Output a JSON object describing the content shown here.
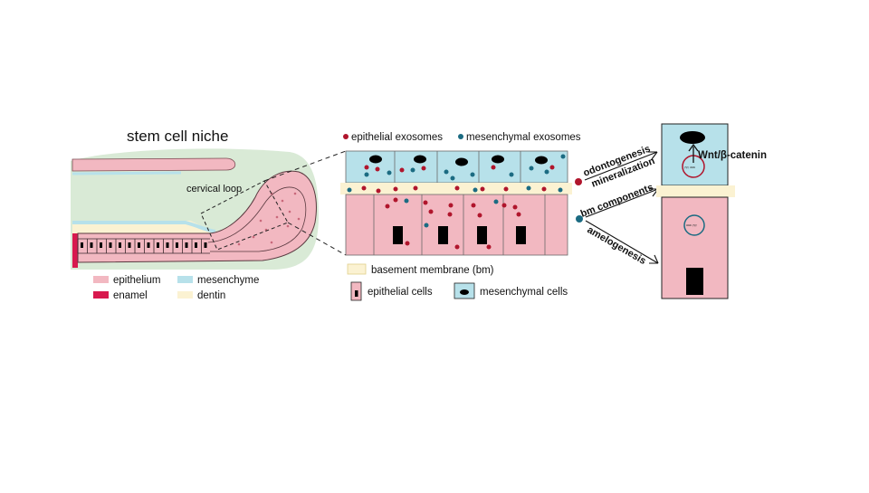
{
  "colors": {
    "epithelium": "#f2b8c1",
    "enamel": "#d8194e",
    "mesenchyme": "#b7e1ea",
    "dentin": "#fbf2d2",
    "niche_bg": "#d9ead6",
    "epithelial_exosome": "#b0152c",
    "mesenchymal_exosome": "#1b6b82",
    "nucleus": "#000000"
  },
  "niche": {
    "title": "stem cell niche",
    "cervical_loop_label": "cervical loop"
  },
  "legend": {
    "epithelium": "epithelium",
    "mesenchyme": "mesenchyme",
    "enamel": "enamel",
    "dentin": "dentin"
  },
  "exosome_legend": {
    "epithelial": "epithelial exosomes",
    "mesenchymal": "mesenchymal exosomes"
  },
  "cell_legend": {
    "basement_membrane": "basement membrane (bm)",
    "epithelial_cells": "epithelial cells",
    "mesenchymal_cells": "mesenchymal cells"
  },
  "pathways": {
    "odontogenesis": "odontogenesis",
    "mineralization": "mineralization",
    "bm_components": "bm components",
    "amelogenesis": "amelogenesis",
    "wnt": "Wnt/β-catenin"
  }
}
